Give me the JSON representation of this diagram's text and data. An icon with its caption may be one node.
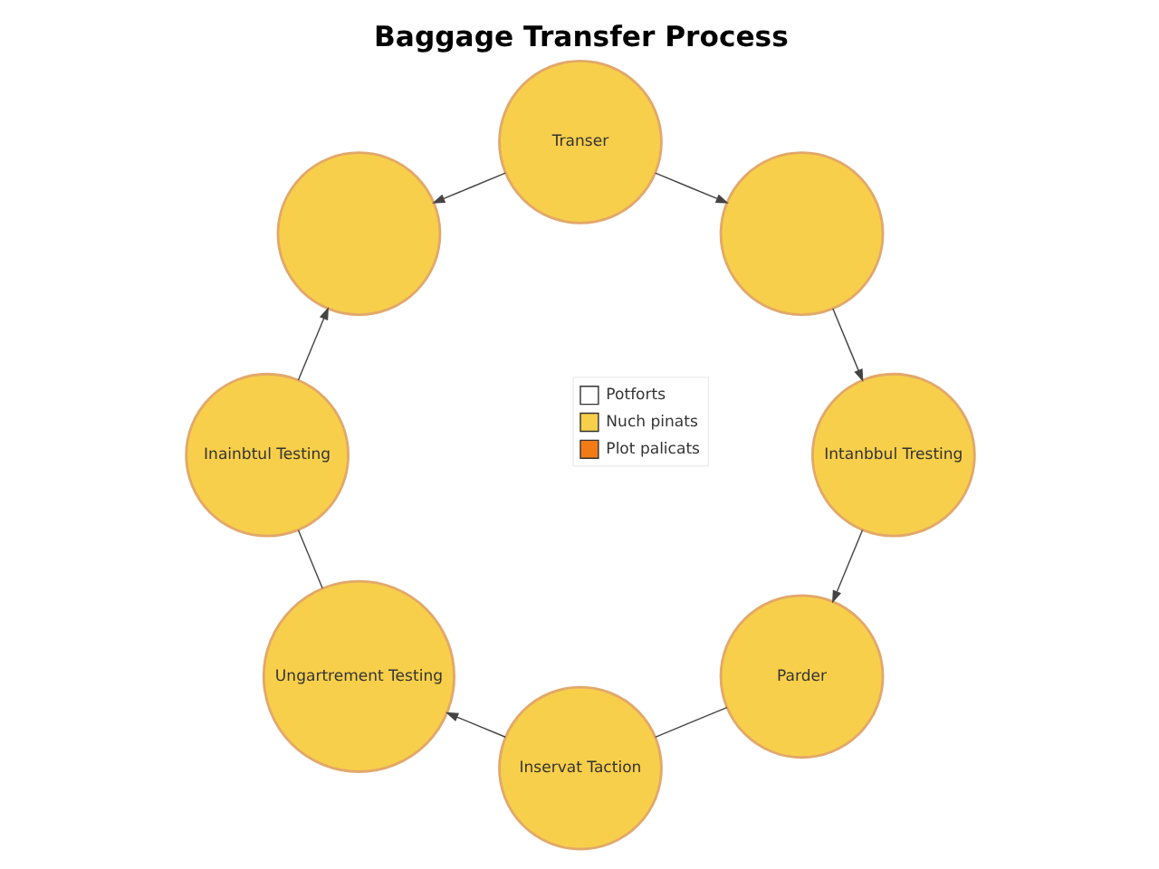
{
  "diagram": {
    "title": "Baggage Transfer Process",
    "nodes": [
      {
        "text": [
          "Transer"
        ]
      },
      {
        "text": [],
        "shape": "circle"
      },
      {
        "text": [],
        "shape": "circle"
      },
      {
        "text": [
          "Inainbtul Testing"
        ]
      },
      {
        "text": [
          "Intanbbul Tresting"
        ]
      },
      {
        "text": [
          "Ungartrement Testing"
        ]
      },
      {
        "text": [
          "Inservat Taction"
        ]
      },
      {
        "text": [
          "Parder"
        ]
      }
    ],
    "edges": [
      {
        "from": 0,
        "to": 1,
        "arrow": "to"
      },
      {
        "from": 0,
        "to": 2,
        "arrow": "to"
      },
      {
        "from": 2,
        "to": 4,
        "arrow": "to"
      },
      {
        "from": 4,
        "to": 7,
        "arrow": "to"
      },
      {
        "from": 7,
        "to": 6,
        "arrow": "none"
      },
      {
        "from": 6,
        "to": 5,
        "arrow": "to"
      },
      {
        "from": 3,
        "to": 5,
        "arrow": "none"
      },
      {
        "from": 3,
        "to": 1,
        "arrow": "to"
      }
    ],
    "legend": [
      {
        "text": "Potforts",
        "color": "#ffffff"
      },
      {
        "text": "Nuch pinats",
        "color": "#f8cf4a"
      },
      {
        "text": "Plot palicats",
        "color": "#f37b16"
      }
    ]
  }
}
